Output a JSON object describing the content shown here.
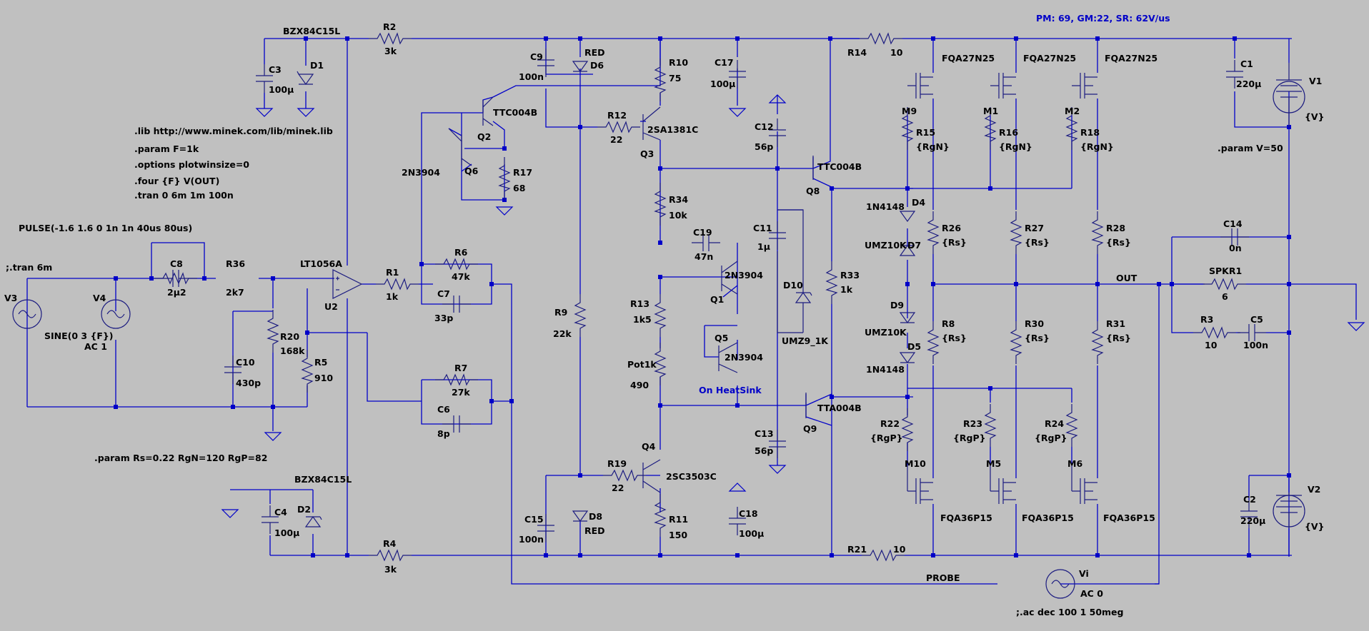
{
  "colors": {
    "background": "#c0c0c0",
    "wire": "#0000c8",
    "component": "#1c1c80",
    "text": "#000000",
    "annotation": "#0000c8"
  },
  "header": {
    "stats": "PM: 69, GM:22, SR: 62V/us"
  },
  "directives": {
    "lib": ".lib http://www.minek.com/lib/minek.lib",
    "param_f": ".param F=1k",
    "options": ".options plotwinsize=0",
    "four": ".four {F} V(OUT)",
    "tran": ".tran 0 6m 1m 100n",
    "pulse": "PULSE(-1.6 1.6 0 1n 1n 40us 80us)",
    "tran_comment": ";.tran 6m",
    "param_r": ".param Rs=0.22 RgN=120 RgP=82",
    "param_v": ".param V=50",
    "ac": ";.ac dec 100 1 50meg"
  },
  "labels": {
    "heatsink": "On HeatSink",
    "net_out": "OUT",
    "net_probe": "PROBE"
  },
  "components": {
    "v3": "V3",
    "v4": "V4",
    "v4_sine": "SINE(0 3 {F})",
    "v4_ac": "AC 1",
    "c8": "C8",
    "c8_val": "2µ2",
    "r36": "R36",
    "r36_val": "2k7",
    "c10": "C10",
    "c10_val": "430p",
    "r20": "R20",
    "r20_val": "168k",
    "r5": "R5",
    "r5_val": "910",
    "u2": "U2",
    "u2_part": "LT1056A",
    "r1": "R1",
    "r1_val": "1k",
    "r6": "R6",
    "r6_val": "47k",
    "c7": "C7",
    "c7_val": "33p",
    "r7": "R7",
    "r7_val": "27k",
    "c6": "C6",
    "c6_val": "8p",
    "c3": "C3",
    "c3_val": "100µ",
    "d1": "D1",
    "d1_part": "BZX84C15L",
    "r2": "R2",
    "r2_val": "3k",
    "c4": "C4",
    "c4_val": "100µ",
    "d2": "D2",
    "d2_part": "BZX84C15L",
    "r4": "R4",
    "r4_val": "3k",
    "q2": "Q2",
    "q2_part": "TTC004B",
    "q6": "Q6",
    "q6_part": "2N3904",
    "r17": "R17",
    "r17_val": "68",
    "c9": "C9",
    "c9_val": "100n",
    "d6": "D6",
    "d6_part": "RED",
    "r9": "R9",
    "r9_val": "22k",
    "c15": "C15",
    "c15_val": "100n",
    "d8": "D8",
    "d8_part": "RED",
    "r10": "R10",
    "r10_val": "75",
    "r12": "R12",
    "r12_val": "22",
    "q3": "Q3",
    "q3_part": "2SA1381C",
    "r34": "R34",
    "r34_val": "10k",
    "c19": "C19",
    "c19_val": "47n",
    "q1": "Q1",
    "q1_part": "2N3904",
    "r13": "R13",
    "r13_val": "1k5",
    "q5": "Q5",
    "q5_part": "2N3904",
    "pot": "Pot1k",
    "pot_val": "490",
    "q4": "Q4",
    "q4_part": "2SC3503C",
    "r19": "R19",
    "r19_val": "22",
    "r11": "R11",
    "r11_val": "150",
    "c17": "C17",
    "c17_val": "100µ",
    "c18": "C18",
    "c18_val": "100µ",
    "c12": "C12",
    "c12_val": "56p",
    "c11": "C11",
    "c11_val": "1µ",
    "d10": "D10",
    "d10_part": "UMZ9_1K",
    "c13": "C13",
    "c13_val": "56p",
    "q8": "Q8",
    "q8_part": "TTC004B",
    "q9": "Q9",
    "q9_part": "TTA004B",
    "r33": "R33",
    "r33_val": "1k",
    "r14": "R14",
    "r14_val": "10",
    "r21": "R21",
    "r21_val": "10",
    "d4": "D4",
    "d4_part": "1N4148",
    "d7": "D7",
    "d7_part": "UMZ10K",
    "d9": "D9",
    "d9_part": "UMZ10K",
    "d5": "D5",
    "d5_part": "1N4148",
    "m9": "M9",
    "m1": "M1",
    "m2": "M2",
    "mn_part": "FQA27N25",
    "m10": "M10",
    "m5": "M5",
    "m6": "M6",
    "mp_part": "FQA36P15",
    "r15": "R15",
    "r16": "R16",
    "r18": "R18",
    "rgn": "{RgN}",
    "r22": "R22",
    "r23": "R23",
    "r24": "R24",
    "rgp": "{RgP}",
    "r26": "R26",
    "r27": "R27",
    "r28": "R28",
    "r8": "R8",
    "r30": "R30",
    "r31": "R31",
    "rs": "{Rs}",
    "c1": "C1",
    "c1_val": "220µ",
    "c2": "C2",
    "c2_val": "220µ",
    "v1": "V1",
    "v1_val": "{V}",
    "v2": "V2",
    "v2_val": "{V}",
    "c14": "C14",
    "c14_val": "0n",
    "spkr": "SPKR1",
    "spkr_val": "6",
    "r3": "R3",
    "r3_val": "10",
    "c5": "C5",
    "c5_val": "100n",
    "vi": "Vi",
    "vi_val": "AC 0"
  }
}
